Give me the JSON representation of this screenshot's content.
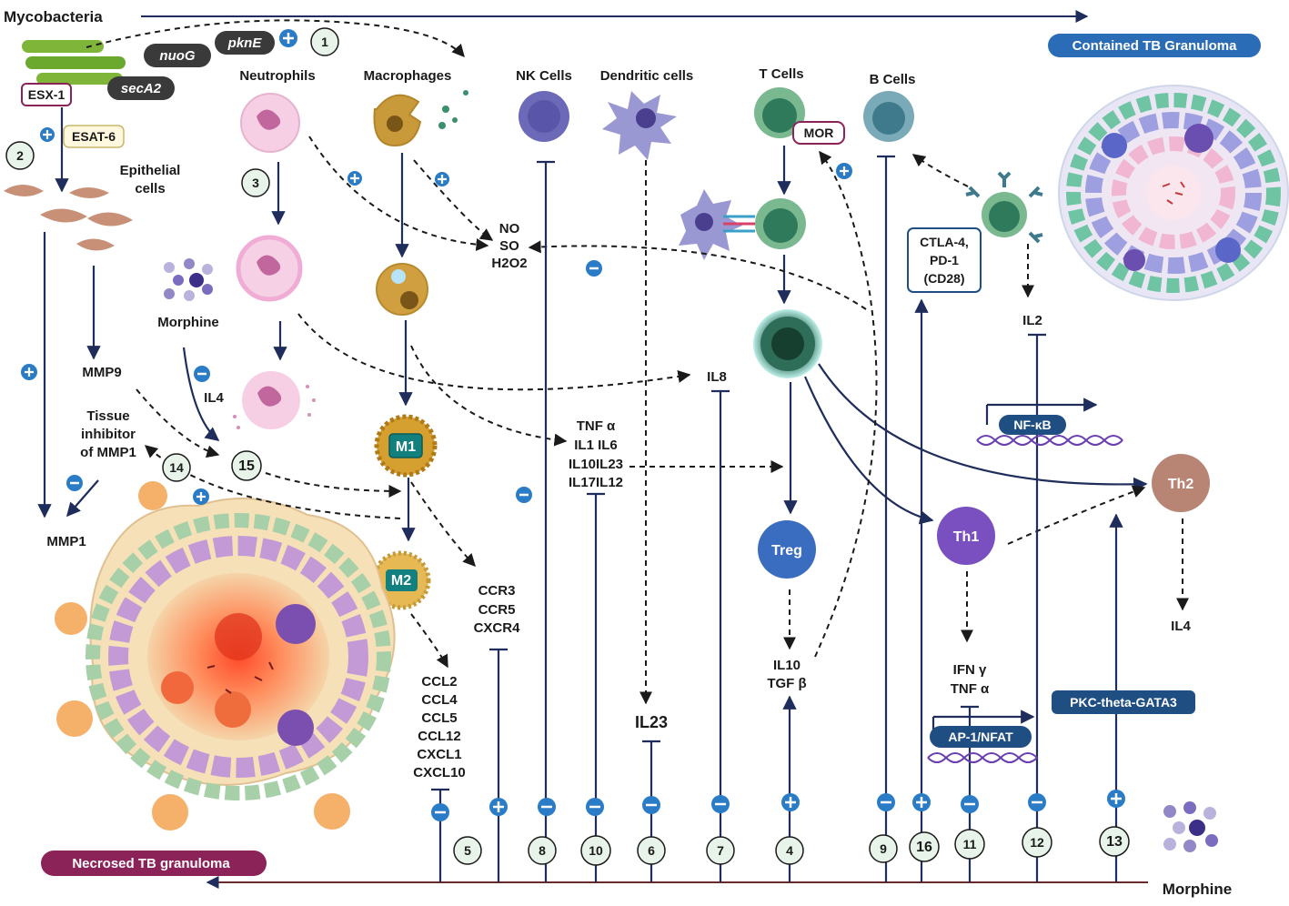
{
  "colors": {
    "arrow": "#1f2d5c",
    "plus_sign": "#2a7cc7",
    "minus_sign": "#2a7cc7",
    "contained_badge": "#2a6cb6",
    "necrosed_badge": "#8b2358",
    "pathway_badge": "#1e4e82",
    "bottom_line": "#6b2a2a"
  },
  "top": {
    "mycobacteria": "Mycobacteria",
    "genes": [
      "nuoG",
      "pknE",
      "secA2"
    ],
    "esx1": "ESX-1",
    "esat6": "ESAT-6",
    "epithelial": [
      "Epithelial",
      "cells"
    ],
    "contained": "Contained TB Granuloma"
  },
  "cells": {
    "neutrophils": "Neutrophils",
    "macrophages": "Macrophages",
    "nk": "NK Cells",
    "dendritic": "Dendritic cells",
    "tcells": "T Cells",
    "bcells": "B Cells",
    "mor": "MOR",
    "m1": "M1",
    "m2": "M2",
    "treg": "Treg",
    "th1": "Th1",
    "th2": "Th2"
  },
  "mediators": {
    "ros": [
      "NO",
      "SO",
      "H2O2"
    ],
    "morphine_left": "Morphine",
    "mmp9": "MMP9",
    "mmp1": "MMP1",
    "timp": [
      "Tissue",
      "inhibitor",
      "of MMP1"
    ],
    "il4_left": "IL4",
    "il8": "IL8",
    "cytokines": [
      "TNF α",
      "IL1 IL6",
      "IL10IL23",
      "IL17IL12"
    ],
    "ccr": [
      "CCR3",
      "CCR5",
      "CXCR4"
    ],
    "ccl": [
      "CCL2",
      "CCL4",
      "CCL5",
      "CCL12",
      "CXCL1",
      "CXCL10"
    ],
    "il23": "IL23",
    "il10": [
      "IL10",
      "TGF β"
    ],
    "checkpoints": [
      "CTLA-4,",
      "PD-1",
      "(CD28)"
    ],
    "il2": "IL2",
    "nfkb": "NF-κB",
    "ifn": [
      "IFN γ",
      "TNF α"
    ],
    "ap1": "AP-1/NFAT",
    "pkc": "PKC-theta-GATA3",
    "il4_right": "IL4"
  },
  "bottom": {
    "necrosed": "Necrosed TB granuloma",
    "morphine": "Morphine"
  },
  "numbers": [
    "1",
    "2",
    "3",
    "4",
    "5",
    "6",
    "7",
    "8",
    "9",
    "10",
    "11",
    "12",
    "13",
    "14",
    "15",
    "16"
  ]
}
